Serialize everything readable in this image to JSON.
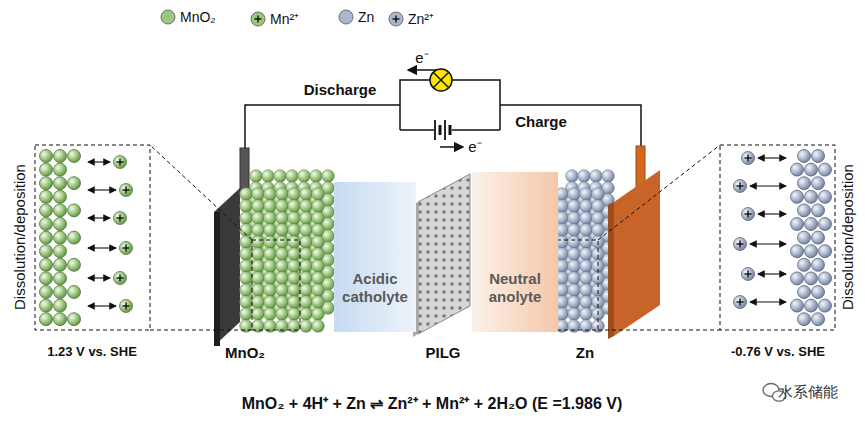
{
  "diagram": {
    "caption": "MnO₂ + 4H⁺ + Zn ⇌ Zn²⁺ + Mn²⁺ + 2H₂O (E =1.986 V)",
    "nodes": [
      {
        "text": [
          "Acidic catholyte"
        ]
      },
      {
        "text": [
          "Neutral anolyte"
        ]
      }
    ],
    "labels": [
      "e⁻",
      "Discharge",
      "Charge",
      "e⁻",
      "Dissolution/deposition",
      "Dissolution/deposition",
      "1.23 V vs. SHE",
      "-0.76 V vs. SHE",
      "MnO₂",
      "PILG",
      "Zn",
      "水系储能"
    ],
    "legend": [
      {
        "text": "MnO₂",
        "color": "#9cc77e"
      },
      {
        "text": "Mn²⁺",
        "color": "#9cc77e"
      },
      {
        "text": "Zn",
        "color": "#a9b6cc"
      },
      {
        "text": "Zn²⁺",
        "color": "#a9b6cc"
      }
    ]
  }
}
